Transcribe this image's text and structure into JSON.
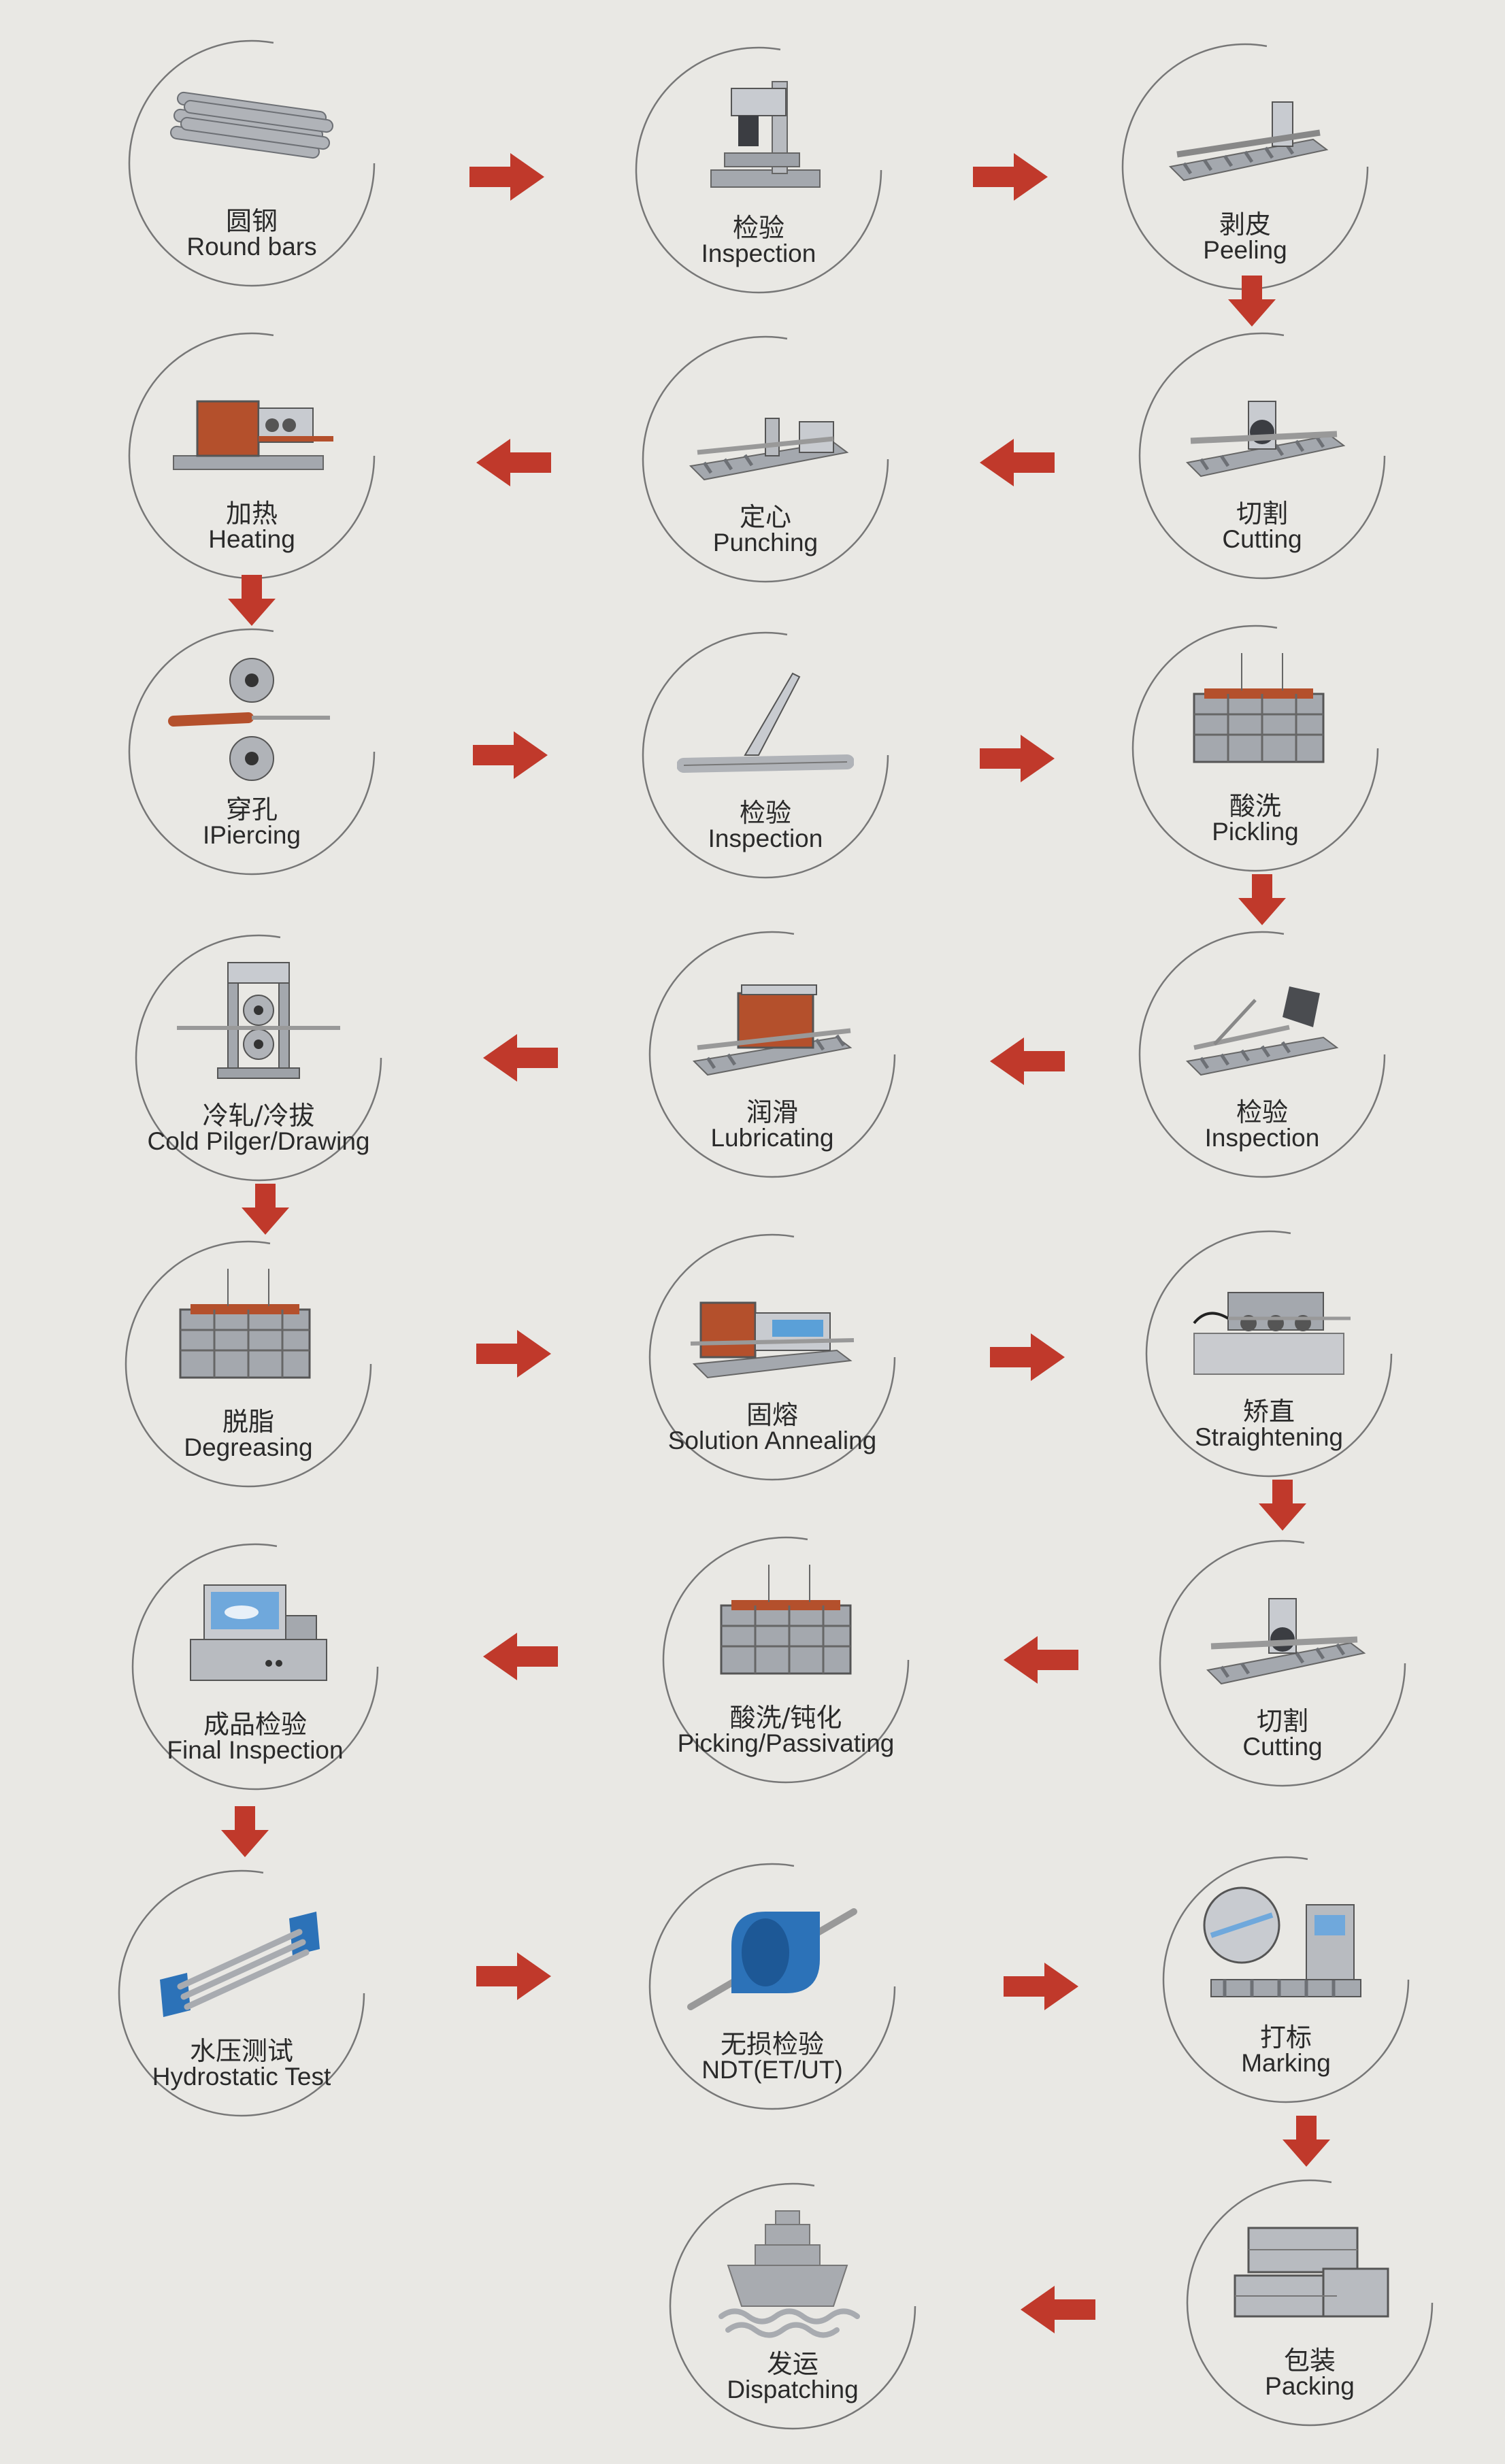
{
  "colors": {
    "background": "#e9e8e4",
    "arrow": "#c0392b",
    "machine": "#a4a8ae",
    "heat": "#b4502c",
    "accent_blue": "#2c72b8"
  },
  "steps": [
    {
      "zh": "圆钢",
      "en": "Round bars",
      "icon": "round-bars-icon"
    },
    {
      "zh": "检验",
      "en": "Inspection",
      "icon": "inspection-machine-icon"
    },
    {
      "zh": "剥皮",
      "en": "Peeling",
      "icon": "peeling-icon"
    },
    {
      "zh": "切割",
      "en": "Cutting",
      "icon": "cutting-icon"
    },
    {
      "zh": "定心",
      "en": "Punching",
      "icon": "punching-icon"
    },
    {
      "zh": "加热",
      "en": "Heating",
      "icon": "heating-furnace-icon"
    },
    {
      "zh": "穿孔",
      "en": "IPiercing",
      "icon": "piercing-rolls-icon"
    },
    {
      "zh": "检验",
      "en": "Inspection",
      "icon": "tube-inspection-icon"
    },
    {
      "zh": "酸洗",
      "en": "Pickling",
      "icon": "pickling-tank-icon"
    },
    {
      "zh": "检验",
      "en": "Inspection",
      "icon": "grinding-inspection-icon"
    },
    {
      "zh": "润滑",
      "en": "Lubricating",
      "icon": "lubricating-icon"
    },
    {
      "zh": "冷轧/冷拔",
      "en": "Cold Pilger/Drawing",
      "icon": "cold-pilger-icon"
    },
    {
      "zh": "脱脂",
      "en": "Degreasing",
      "icon": "degreasing-tank-icon"
    },
    {
      "zh": "固熔",
      "en": "Solution Annealing",
      "icon": "annealing-furnace-icon"
    },
    {
      "zh": "矫直",
      "en": "Straightening",
      "icon": "straightening-machine-icon"
    },
    {
      "zh": "切割",
      "en": "Cutting",
      "icon": "cutting-icon"
    },
    {
      "zh": "酸洗/钝化",
      "en": "Picking/Passivating",
      "icon": "passivating-tank-icon"
    },
    {
      "zh": "成品检验",
      "en": "Final Inspection",
      "icon": "final-inspection-icon"
    },
    {
      "zh": "水压测试",
      "en": "Hydrostatic Test",
      "icon": "hydrostatic-test-icon"
    },
    {
      "zh": "无损检验",
      "en": "NDT(ET/UT)",
      "icon": "ndt-icon"
    },
    {
      "zh": "打标",
      "en": "Marking",
      "icon": "marking-icon"
    },
    {
      "zh": "包装",
      "en": "Packing",
      "icon": "packing-crates-icon"
    },
    {
      "zh": "发运",
      "en": "Dispatching",
      "icon": "ship-icon"
    }
  ]
}
